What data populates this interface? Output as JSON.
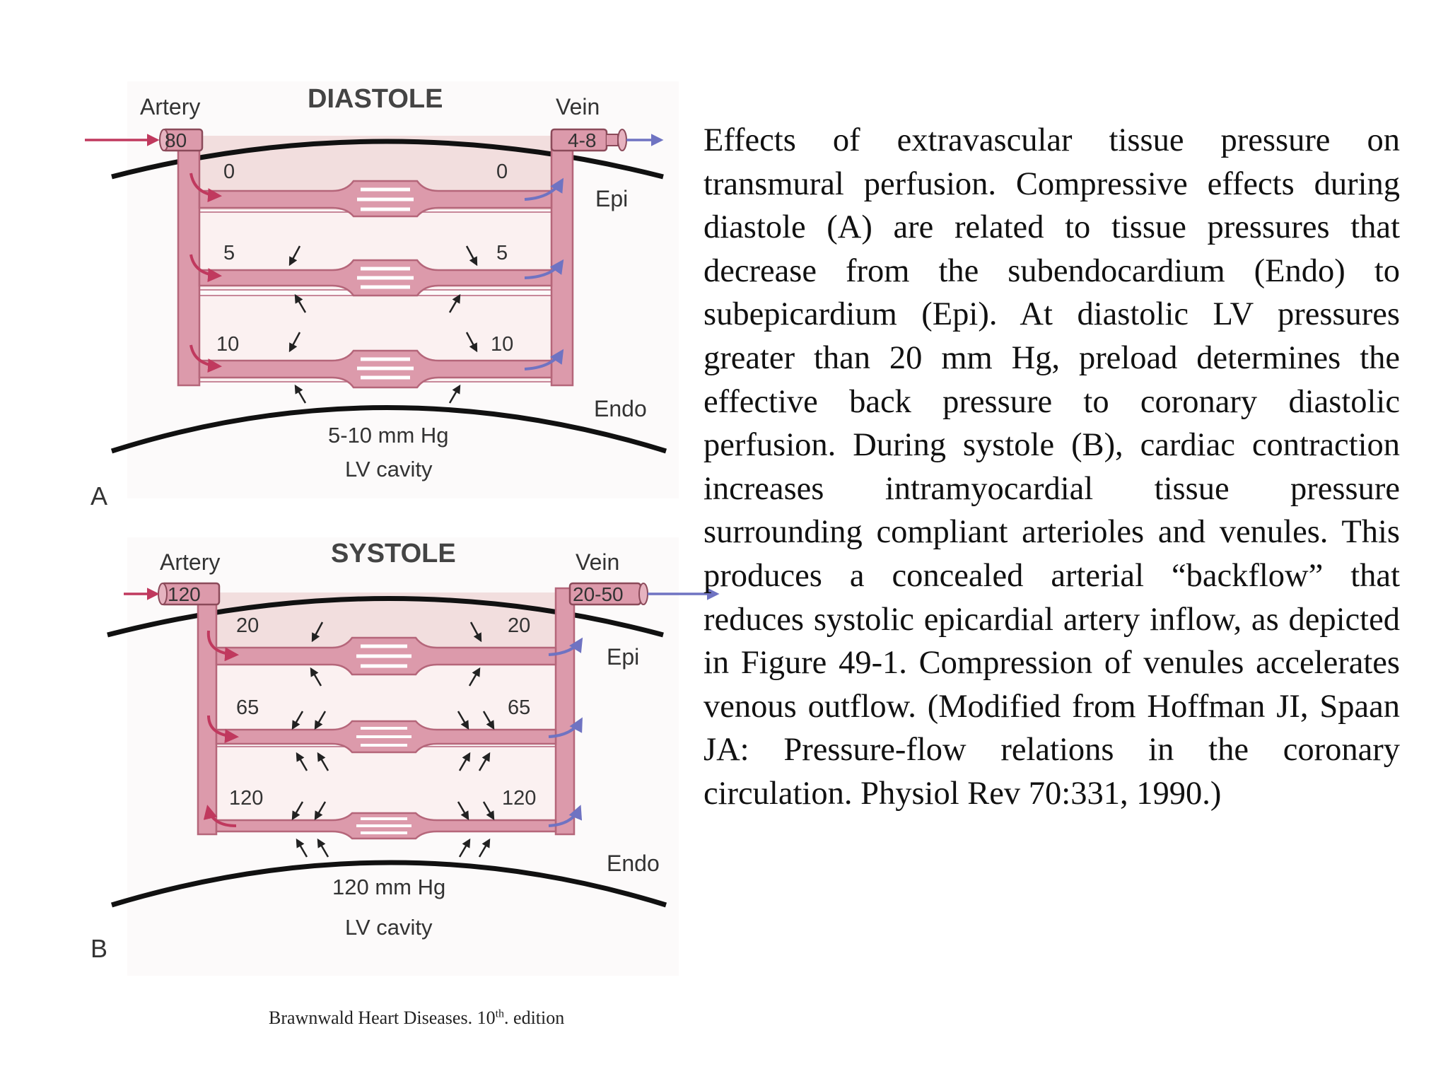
{
  "panels": [
    {
      "id": "A",
      "title": "DIASTOLE",
      "panel_letter": "A",
      "artery_label": "Artery",
      "artery_pressure": "80",
      "vein_label": "Vein",
      "vein_pressure": "4-8",
      "epi_label": "Epi",
      "endo_label": "Endo",
      "layers": [
        {
          "left": "0",
          "right": "0"
        },
        {
          "left": "5",
          "right": "5"
        },
        {
          "left": "10",
          "right": "10"
        }
      ],
      "cavity_pressure": "5-10 mm Hg",
      "cavity_label": "LV cavity"
    },
    {
      "id": "B",
      "title": "SYSTOLE",
      "panel_letter": "B",
      "artery_label": "Artery",
      "artery_pressure": "120",
      "vein_label": "Vein",
      "vein_pressure": "20-50",
      "epi_label": "Epi",
      "endo_label": "Endo",
      "layers": [
        {
          "left": "20",
          "right": "20"
        },
        {
          "left": "65",
          "right": "65"
        },
        {
          "left": "120",
          "right": "120"
        }
      ],
      "cavity_pressure": "120 mm Hg",
      "cavity_label": "LV cavity"
    }
  ],
  "caption": "Effects of extravascular tissue pressure on transmural perfusion. Compressive effects during diastole (A) are related to tissue pressures that decrease from the subendocardium (Endo) to subepicardium (Epi). At diastolic LV pressures greater than 20 mm Hg, preload determines the effective back pressure to coronary diastolic perfusion. During systole (B), cardiac contraction increases intramyocardial tissue pressure surrounding compliant arterioles and venules. This produces a concealed arterial “backflow” that reduces systolic epicardial artery inflow, as depicted in Figure 49-1. Compression of venules accelerates venous outflow. (Modified from Hoffman JI, Spaan JA: Pressure-flow relations in the coronary circulation. Physiol Rev 70:331, 1990.)",
  "source": {
    "prefix": "Brawnwald Heart Diseases. 10",
    "sup": "th",
    "suffix": ". edition"
  },
  "colors": {
    "vessel_fill": "#dc9aab",
    "vessel_stroke": "#b5667a",
    "epi_tissue": "#f2dede",
    "tissue": "#fbf1f1",
    "arterial_arrow": "#c0395e",
    "venous_arrow": "#6f73c2",
    "wall_line": "#111111"
  }
}
